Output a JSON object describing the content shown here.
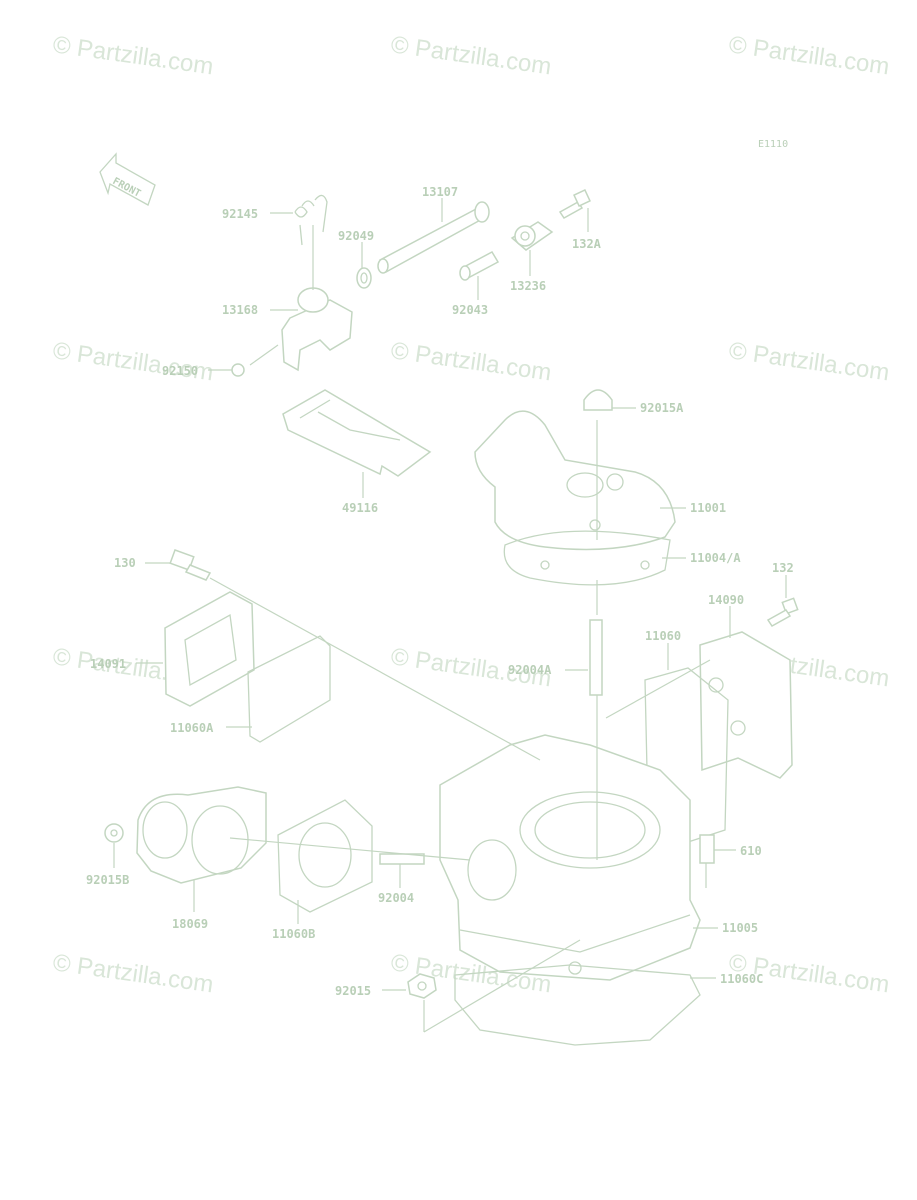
{
  "diagram_code": "E1110",
  "front_label": "FRONT",
  "watermark": "© Partzilla.com",
  "colors": {
    "ink": "#b9cfb7",
    "watermark": "#d9e6d8",
    "background": "#ffffff"
  },
  "labels": {
    "p92145": "92145",
    "p13107": "13107",
    "p92049": "92049",
    "p132A": "132A",
    "p13236": "13236",
    "p92043": "92043",
    "p13168": "13168",
    "p92150": "92150",
    "p92015A": "92015A",
    "p49116": "49116",
    "p11001": "11001",
    "p11004A": "11004/A",
    "p130": "130",
    "p132": "132",
    "p14090": "14090",
    "p14091": "14091",
    "p11060": "11060",
    "p92004A": "92004A",
    "p11060A": "11060A",
    "p610": "610",
    "p92015B": "92015B",
    "p92004": "92004",
    "p18069": "18069",
    "p11060B": "11060B",
    "p11005": "11005",
    "p92015": "92015",
    "p11060C": "11060C"
  }
}
